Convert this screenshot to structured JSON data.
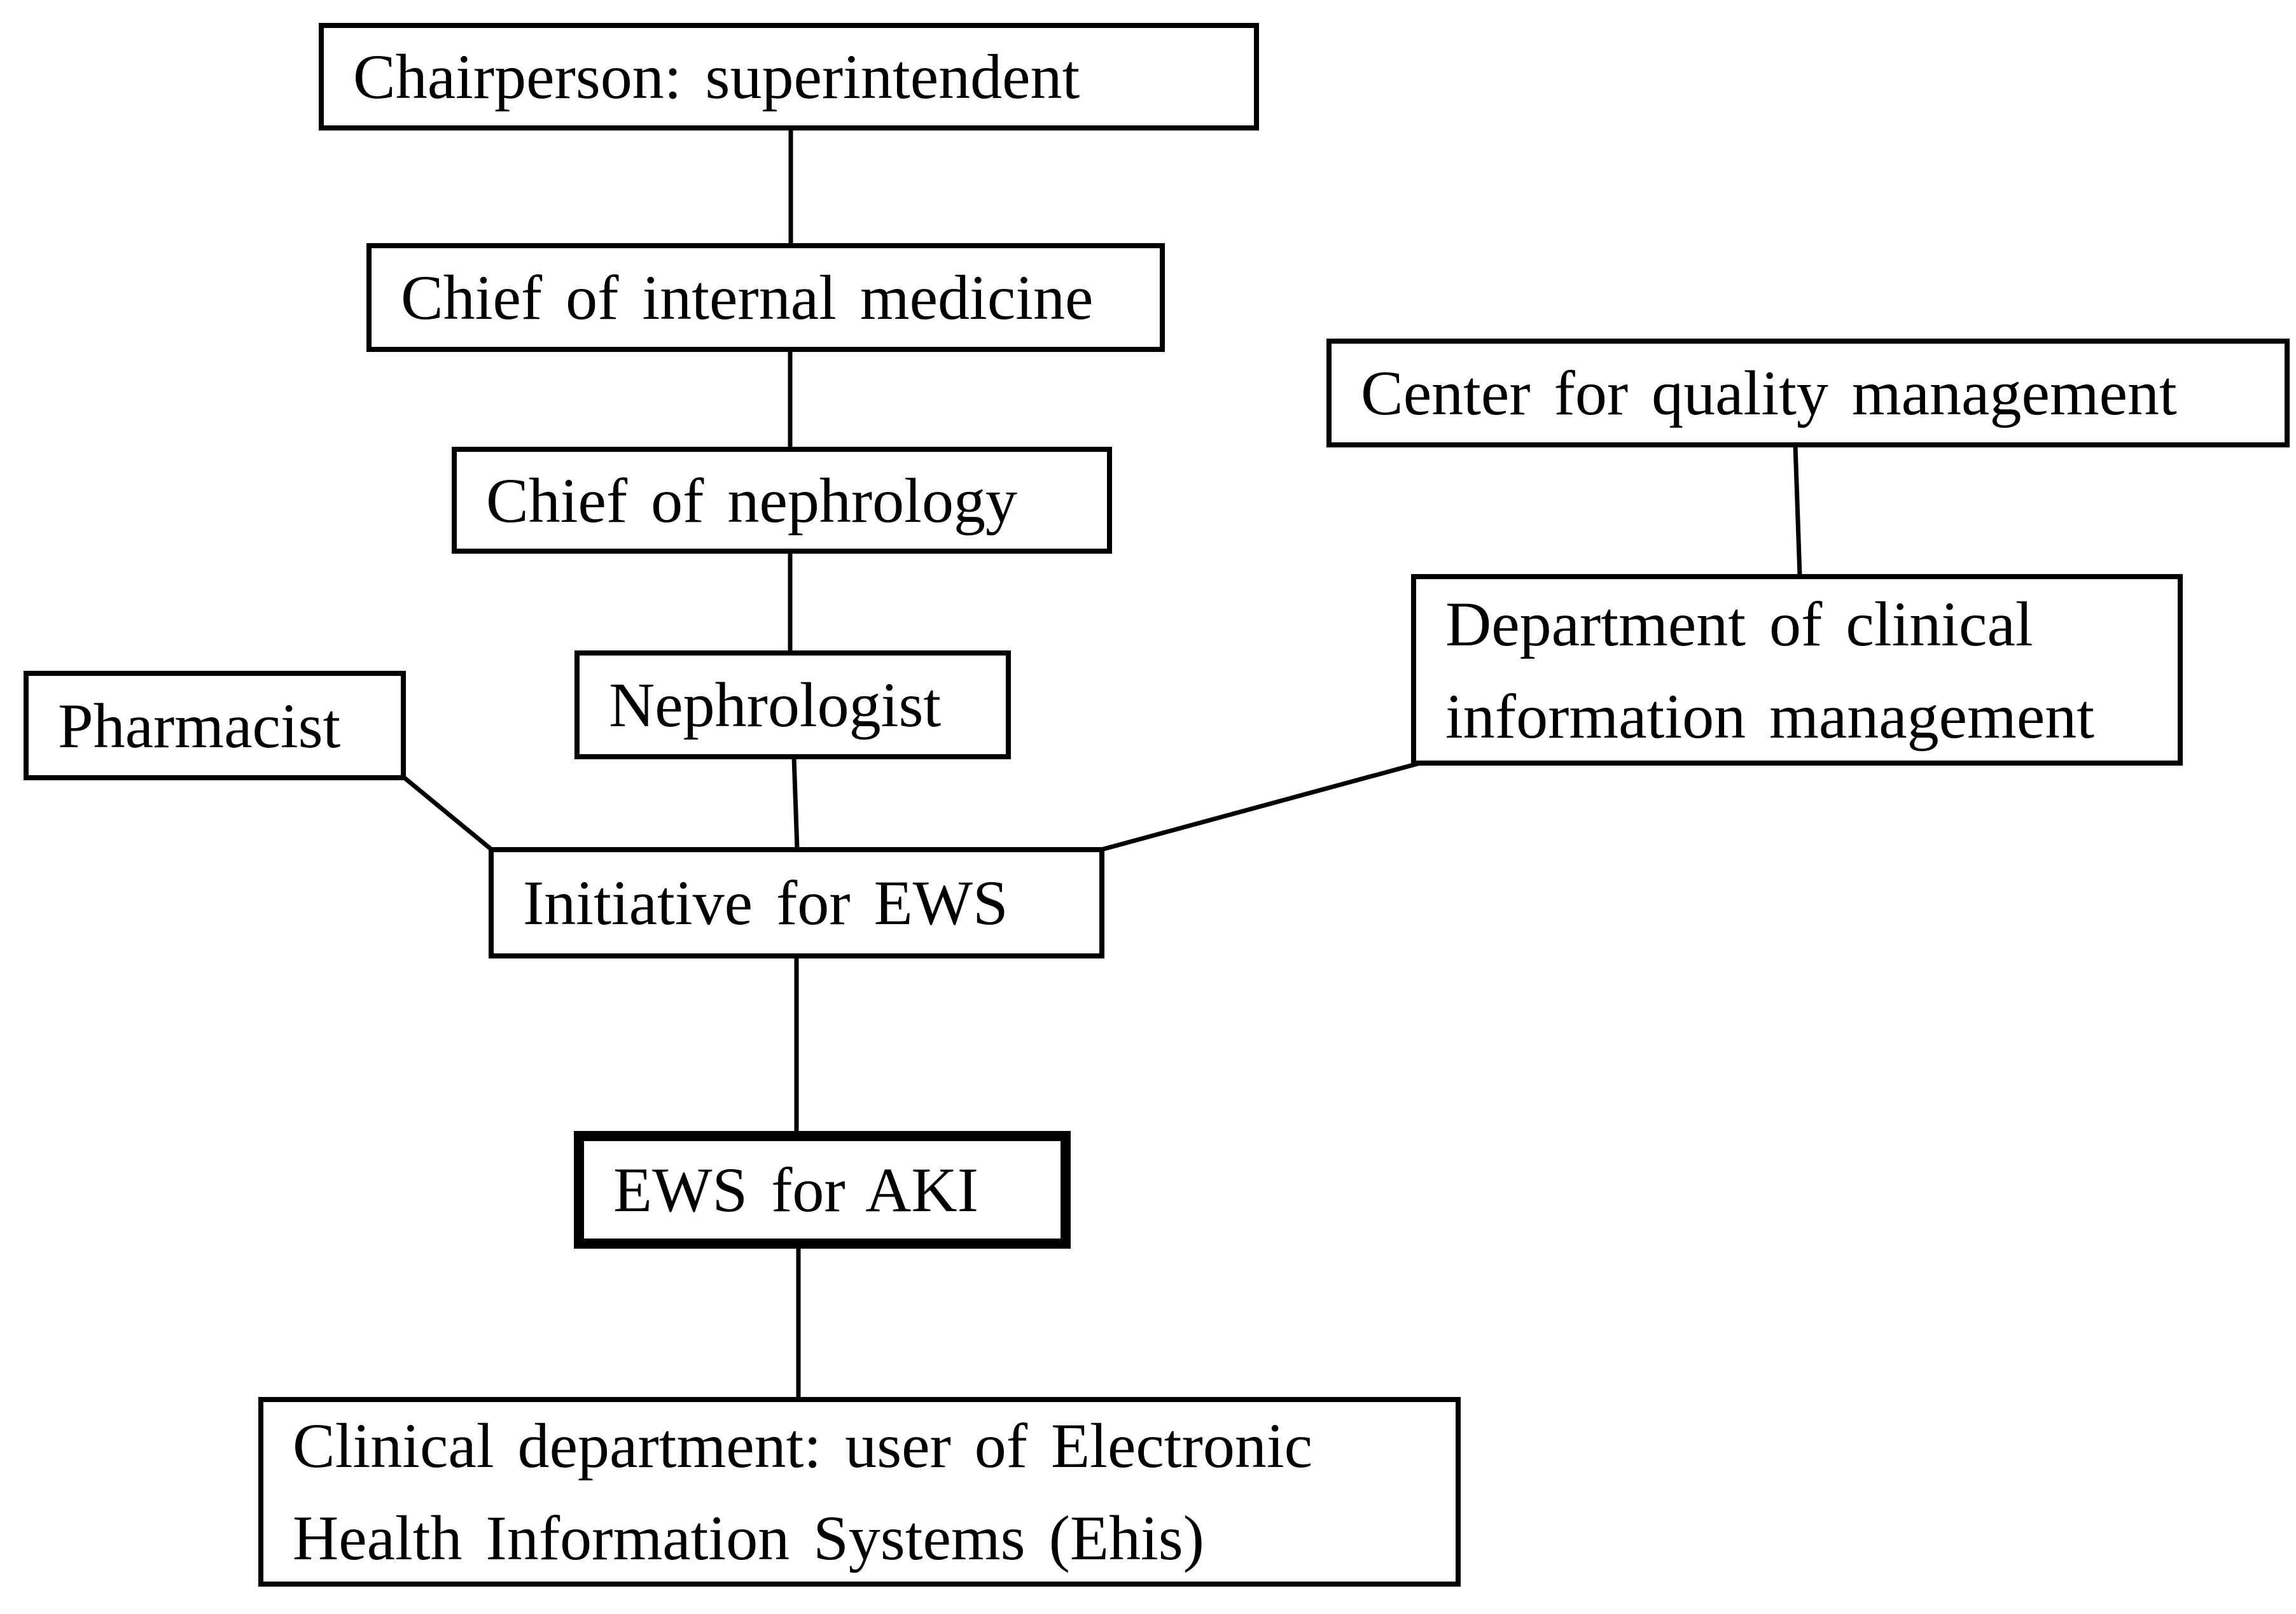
{
  "figure": {
    "background_color": "#ffffff",
    "line_color": "#000000",
    "text_color": "#000000"
  },
  "diagram": {
    "nodes": [
      {
        "id": "chairperson",
        "label": "Chairperson: superintendent",
        "emphasized": false
      },
      {
        "id": "chief-of-internal-medicine",
        "label": "Chief of internal medicine",
        "emphasized": false
      },
      {
        "id": "center-for-quality-management",
        "label": "Center for quality management",
        "emphasized": false
      },
      {
        "id": "chief-of-nephrology",
        "label": "Chief of nephrology",
        "emphasized": false
      },
      {
        "id": "department-of-clinical-information-management",
        "label": "Department of clinical information management",
        "emphasized": false
      },
      {
        "id": "nephrologist",
        "label": "Nephrologist",
        "emphasized": false
      },
      {
        "id": "pharmacist",
        "label": "Pharmacist",
        "emphasized": false
      },
      {
        "id": "initiative-for-ews",
        "label": "Initiative for EWS",
        "emphasized": false
      },
      {
        "id": "ews-for-aki",
        "label": "EWS for AKI",
        "emphasized": true
      },
      {
        "id": "clinical-department",
        "label": "Clinical department: user of Electronic Health Information Systems (Ehis)",
        "emphasized": false
      }
    ],
    "edges": [
      {
        "from": "chairperson",
        "to": "chief-of-internal-medicine"
      },
      {
        "from": "chief-of-internal-medicine",
        "to": "chief-of-nephrology"
      },
      {
        "from": "chief-of-nephrology",
        "to": "nephrologist"
      },
      {
        "from": "nephrologist",
        "to": "initiative-for-ews"
      },
      {
        "from": "pharmacist",
        "to": "initiative-for-ews"
      },
      {
        "from": "center-for-quality-management",
        "to": "department-of-clinical-information-management"
      },
      {
        "from": "department-of-clinical-information-management",
        "to": "initiative-for-ews"
      },
      {
        "from": "initiative-for-ews",
        "to": "ews-for-aki"
      },
      {
        "from": "ews-for-aki",
        "to": "clinical-department"
      }
    ]
  }
}
